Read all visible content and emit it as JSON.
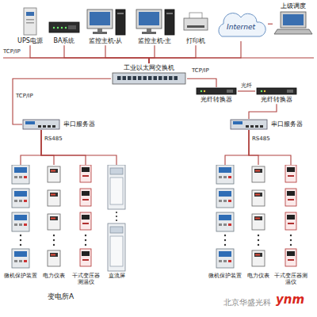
{
  "diagram": {
    "nodes": [
      {
        "text": [
          "UPS电源"
        ]
      },
      {
        "text": [
          "BA系统"
        ]
      },
      {
        "text": [
          "监控主机-从"
        ]
      },
      {
        "text": [
          "监控主机-主"
        ]
      },
      {
        "text": [
          "打印机"
        ]
      },
      {
        "text": [
          "Internet"
        ]
      },
      {
        "text": [
          "上级调度"
        ]
      },
      {
        "text": [
          "工业以太网交换机"
        ]
      },
      {
        "text": [
          "光纤转换器"
        ]
      },
      {
        "text": [
          "光纤转换器"
        ]
      },
      {
        "text": [
          "串口服务器"
        ]
      },
      {
        "text": [
          "串口服务器"
        ]
      },
      {
        "text": [
          "微机保护装置"
        ]
      },
      {
        "text": [
          "电力仪表"
        ]
      },
      {
        "text": [
          "干式变压器测温仪"
        ]
      },
      {
        "text": [
          "直流屏"
        ]
      },
      {
        "text": [
          "微机保护装置"
        ]
      },
      {
        "text": [
          "电力仪表"
        ]
      },
      {
        "text": [
          "干式变压器测温仪"
        ]
      }
    ],
    "edges": [
      {
        "from": 0,
        "to": 7,
        "arrow": "none"
      },
      {
        "from": 1,
        "to": 7,
        "arrow": "none"
      },
      {
        "from": 2,
        "to": 7,
        "arrow": "none"
      },
      {
        "from": 3,
        "to": 7,
        "arrow": "none"
      },
      {
        "from": 4,
        "to": 7,
        "arrow": "none"
      },
      {
        "from": 5,
        "to": 7,
        "arrow": "none"
      },
      {
        "from": 6,
        "to": 5,
        "arrow": "none"
      },
      {
        "from": 7,
        "to": 8,
        "arrow": "none"
      },
      {
        "from": 8,
        "to": 9,
        "label": "光纤",
        "arrow": "none"
      },
      {
        "from": 7,
        "to": 10,
        "arrow": "none"
      },
      {
        "from": 9,
        "to": 11,
        "arrow": "none"
      },
      {
        "from": 10,
        "to": 12,
        "arrow": "none"
      },
      {
        "from": 10,
        "to": 13,
        "arrow": "none"
      },
      {
        "from": 10,
        "to": 14,
        "arrow": "none"
      },
      {
        "from": 10,
        "to": 15,
        "arrow": "none"
      },
      {
        "from": 11,
        "to": 16,
        "arrow": "none"
      },
      {
        "from": 11,
        "to": 17,
        "arrow": "none"
      },
      {
        "from": 11,
        "to": 18,
        "arrow": "none"
      }
    ],
    "labels": [
      "TCP/IP",
      "TCP/IP",
      "TCP/IP",
      "RS485",
      "RS485",
      "变电所A",
      "北京华盛光科",
      "ynm"
    ]
  }
}
